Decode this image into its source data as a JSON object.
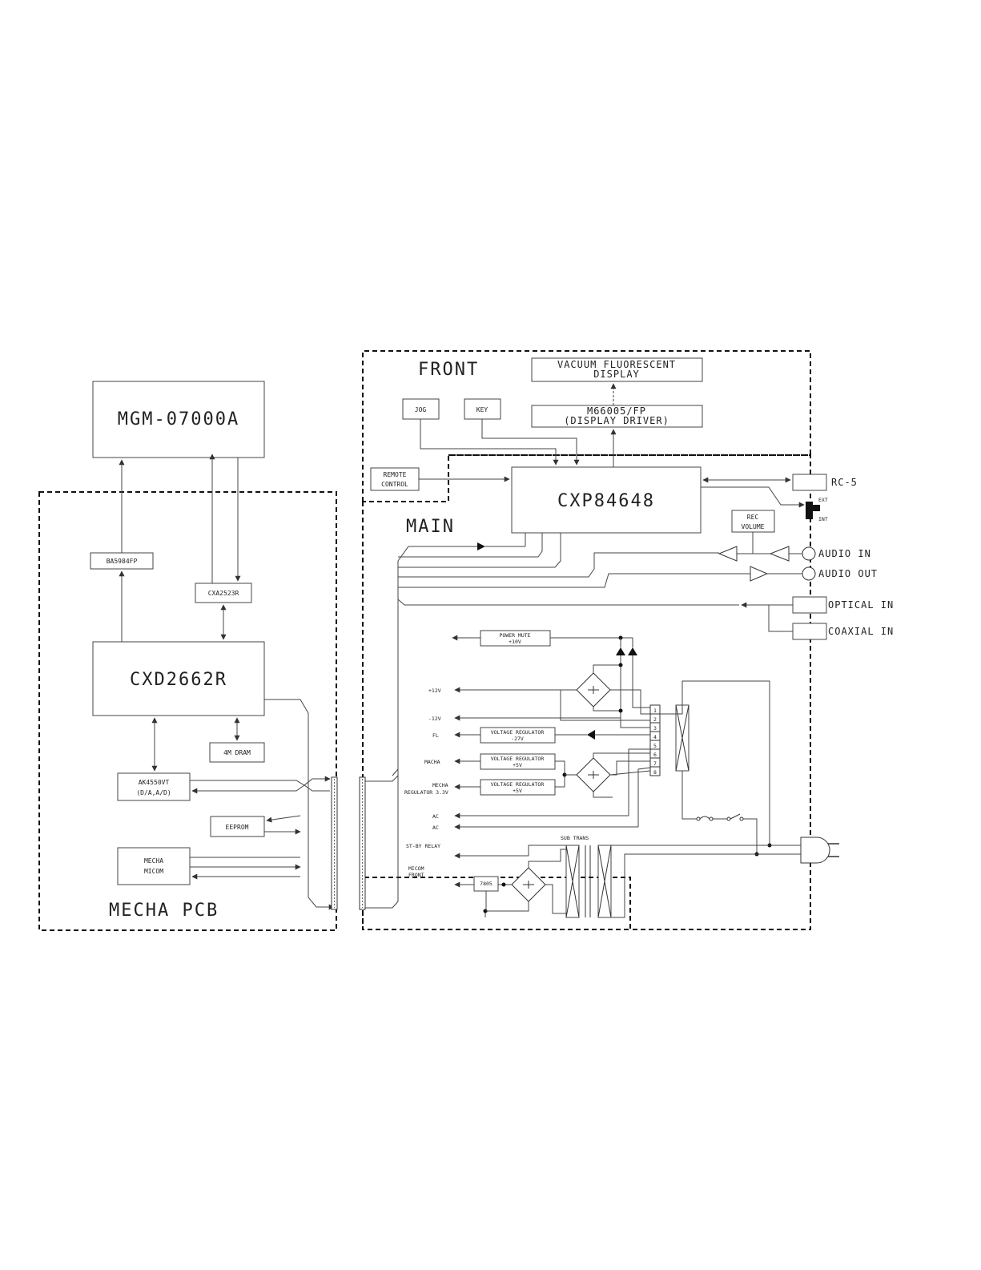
{
  "sections": {
    "front": "FRONT",
    "main": "MAIN",
    "mecha_pcb": "MECHA PCB"
  },
  "blocks": {
    "mgm": "MGM-07000A",
    "ba5984fp": "BA5984FP",
    "cxa2523r": "CXA2523R",
    "cxd2662r": "CXD2662R",
    "dram": "4M DRAM",
    "ak4550_1": "AK4550VT",
    "ak4550_2": "(D/A,A/D)",
    "eeprom": "EEPROM",
    "mecha_micom_1": "MECHA",
    "mecha_micom_2": "MICOM",
    "vfd_1": "VACUUM FLUORESCENT",
    "vfd_2": "DISPLAY",
    "m66005_1": "M66005/FP",
    "m66005_2": "(DISPLAY DRIVER)",
    "jog": "JOG",
    "key": "KEY",
    "remote_1": "REMOTE",
    "remote_2": "CONTROL",
    "cxp84648": "CXP84648",
    "rc5": "RC-5",
    "ext": "EXT",
    "int": "INT",
    "rec_volume_1": "REC",
    "rec_volume_2": "VOLUME",
    "audio_in": "AUDIO IN",
    "audio_out": "AUDIO OUT",
    "optical_in": "OPTICAL IN",
    "coaxial_in": "COAXIAL IN",
    "power_mute_1": "POWER MUTE",
    "power_mute_2": "+10V",
    "vreg_fl_1": "VOLTAGE REGULATOR",
    "vreg_fl_2": "-27V",
    "vreg_mecha_1": "VOLTAGE REGULATOR",
    "vreg_mecha_2": "+5V",
    "vreg_mecha33_1": "VOLTAGE REGULATOR",
    "vreg_mecha33_2": "+5V",
    "rail_p12": "+12V",
    "rail_m12": "-12V",
    "rail_fl": "FL",
    "rail_mecha": "MACHA",
    "rail_mecha33_1": "MECHA",
    "rail_mecha33_2": "REGULATOR 3.3V",
    "rail_ac1": "AC",
    "rail_ac2": "AC",
    "stby_relay": "ST-BY RELAY",
    "micom_front_1": "MICOM",
    "micom_front_2": "FRONT",
    "reg_7805": "7805",
    "sub_trans": "SUB TRANS",
    "pins": [
      "1",
      "2",
      "3",
      "4",
      "5",
      "6",
      "7",
      "8"
    ]
  }
}
